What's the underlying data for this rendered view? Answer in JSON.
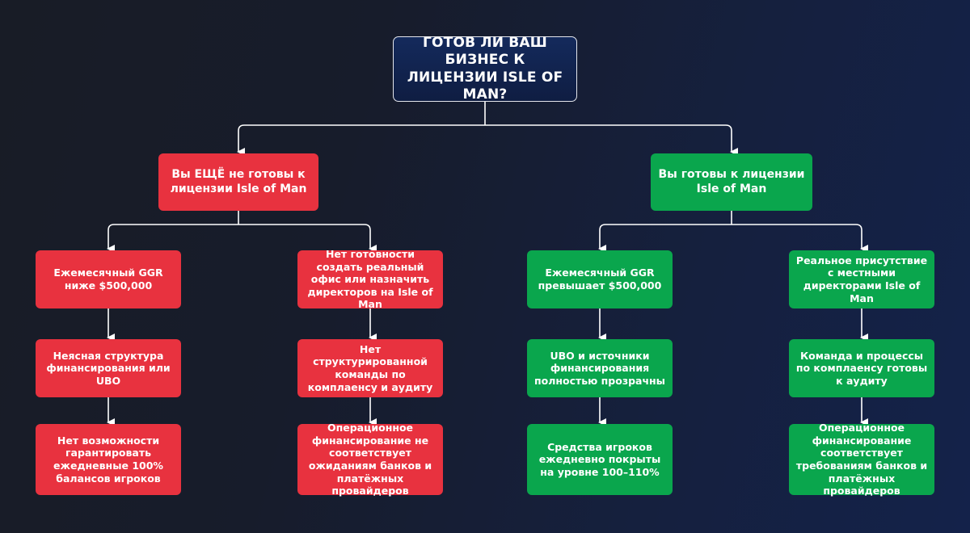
{
  "root": {
    "title": "ГОТОВ ЛИ ВАШ БИЗНЕС К ЛИЦЕНЗИИ ISLE OF MAN?"
  },
  "colors": {
    "not_ready": "#e8323f",
    "ready": "#0aa64d",
    "root_bg": "#13265a",
    "connector": "#ffffff"
  },
  "branches": {
    "not_ready": {
      "label": "Вы ЕЩЁ не готовы к лицензии Isle of Man",
      "columns": [
        {
          "items": [
            "Ежемесячный GGR ниже $500,000",
            "Неясная структура финансирования или UBO",
            "Нет возможности гарантировать ежедневные 100% балансов игроков"
          ]
        },
        {
          "items": [
            "Нет готовности создать реальный офис или назначить директоров на Isle of Man",
            "Нет структурированной команды по комплаенсу и аудиту",
            "Операционное финансирование не соответствует ожиданиям банков и платёжных провайдеров"
          ]
        }
      ]
    },
    "ready": {
      "label": "Вы готовы к лицензии Isle of Man",
      "columns": [
        {
          "items": [
            "Ежемесячный GGR превышает $500,000",
            "UBO и источники финансирования полностью прозрачны",
            "Средства игроков ежедневно покрыты на уровне 100–110%"
          ]
        },
        {
          "items": [
            "Реальное присутствие с местными директорами Isle of Man",
            "Команда и процессы по комплаенсу готовы к аудиту",
            "Операционное финансирование соответствует требованиям банков и платёжных провайдеров"
          ]
        }
      ]
    }
  }
}
